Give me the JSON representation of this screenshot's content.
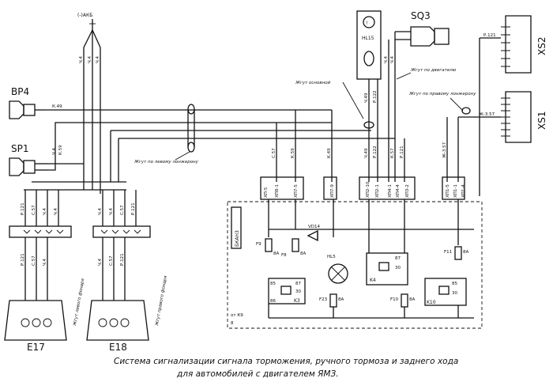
{
  "battery_ref": "(-)АКБ",
  "components": {
    "bp4": "BP4",
    "sp1": "SP1",
    "sq3": "SQ3",
    "hl15": "HL15",
    "xs1": "XS1",
    "xs2": "XS2",
    "e17": "E17",
    "e18": "E18",
    "bkan3": "БКАН3",
    "k3": "K3",
    "k4": "K4",
    "k10": "K10",
    "vd14": "VD14",
    "hl5": "HL5"
  },
  "harness_labels": {
    "left_frame": "Жгут по левому лонжерону",
    "right_frame": "Жгут по правому лонжерону",
    "main": "Жгут основной",
    "engine": "Жгут по двигателю",
    "left_lamp": "Жгут левого фонаря",
    "right_lamp": "Жгут правого фонаря"
  },
  "wire_marks": {
    "bp4": "К.49",
    "sp1": [
      "Ч.4",
      "К.59"
    ],
    "ground_bundle": [
      "Ч.4",
      "Ч.4",
      "Ч.4"
    ],
    "hl15": [
      "Ч.49",
      "Р.122"
    ],
    "sq3": [
      "Ч.4",
      "Ч.4"
    ],
    "xs2": "Р.121",
    "xs1": "Ж-3.57",
    "mid_bundle": [
      "С.57",
      "К.59",
      "К.49",
      "Ч.49",
      "Р.122",
      "К.57",
      "Р.121",
      "Ж-3.57"
    ],
    "e17_top": [
      "Р.121",
      "С.57",
      "Ч.4",
      "Ч.4"
    ],
    "e18_top": [
      "Ч.4",
      "Ч.4",
      "С.57",
      "Р.121"
    ],
    "e17_bot": [
      "Р.121",
      "С.57",
      "Ч.4"
    ],
    "e18_bot": [
      "Ч.4",
      "С.57",
      "Р.121"
    ]
  },
  "connector_pins": {
    "top_row": [
      "ХП-5",
      "ХП8-1",
      "ХП7-5",
      "ХП7-9",
      "ХП2-10",
      "ХП2-1",
      "ХП4-1",
      "ХП4-4",
      "ХП3-2",
      "ХП1-5",
      "ХП1-1",
      "ХП1-4"
    ]
  },
  "fuses": {
    "f9": "F9",
    "f8": "F8",
    "f23": "F23",
    "f10": "F10",
    "f11": "F11",
    "r_f9": "8А",
    "r_f8": "8А",
    "r_f23": "8А",
    "r_f10": "8А",
    "r_f11": "8А"
  },
  "relay_pins": [
    "85",
    "86",
    "87",
    "30"
  ],
  "ground_marks": {
    "k9": "от К9",
    "n8": "8"
  },
  "caption": {
    "line1": "Система сигнализации сигнала торможения, ручного тормоза и заднего хода",
    "line2": "для автомобилей с двигателем ЯМЗ."
  }
}
